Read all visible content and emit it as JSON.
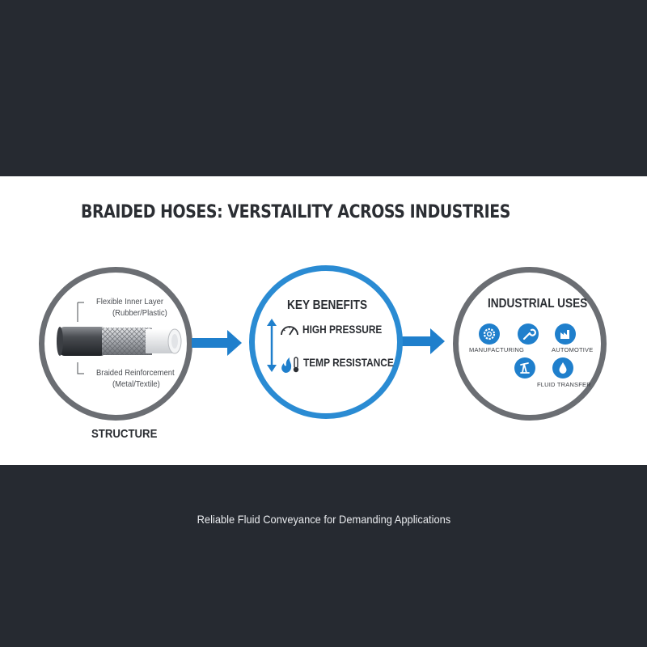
{
  "title": "BRAIDED HOSES: VERSTAILITY ACROSS INDUSTRIES",
  "structure": {
    "heading": "STRUCTURE",
    "inner_layer_label": "Flexible Inner Layer",
    "inner_layer_material": "(Rubber/Plastic)",
    "braid_label": "Braided Reinforcement",
    "braid_material": "(Metal/Textile)"
  },
  "benefits": {
    "heading": "KEY BENEFITS",
    "items": [
      {
        "label": "HIGH PRESSURE",
        "icon": "gauge-icon"
      },
      {
        "label": "TEMP RESISTANCE",
        "icon": "flame-thermometer-icon"
      }
    ]
  },
  "uses": {
    "heading": "INDUSTRIAL USES",
    "items": [
      {
        "label": "MANUFACTURING",
        "icon": "gear-icon"
      },
      {
        "label": "AUTOMOTIVE",
        "icon": "wrench-icon"
      },
      {
        "label": "FLUID TRANSFER",
        "icon": "droplet-icon"
      }
    ],
    "extra_icons": [
      "factory-icon",
      "oil-pump-icon"
    ]
  },
  "subtitle": "Reliable Fluid Conveyance for Demanding Applications",
  "colors": {
    "accent": "#2a8bd3",
    "dark_background": "#262a31",
    "circle_gray": "#6b6e73"
  }
}
